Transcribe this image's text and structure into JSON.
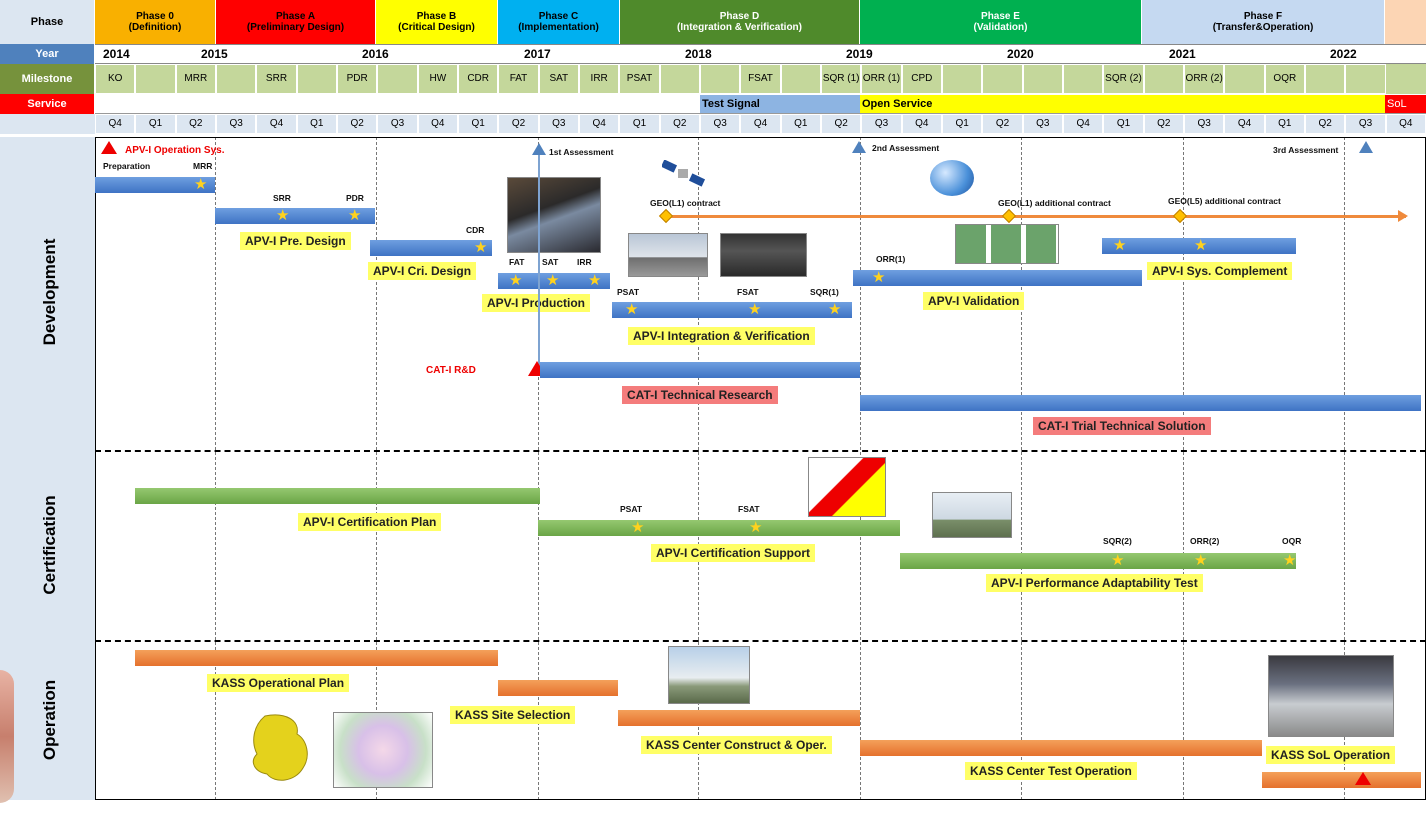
{
  "header": {
    "phase_row_label": "Phase",
    "phases": [
      {
        "name": "Phase 0",
        "sub": "(Definition)",
        "color": "#f9b000"
      },
      {
        "name": "Phase A",
        "sub": "(Preliminary Design)",
        "color": "#ff0000"
      },
      {
        "name": "Phase B",
        "sub": "(Critical Design)",
        "color": "#ffff00"
      },
      {
        "name": "Phase C",
        "sub": "(Implementation)",
        "color": "#00b0f0"
      },
      {
        "name": "Phase D",
        "sub": "(Integration & Verification)",
        "color": "#4f8a2b"
      },
      {
        "name": "Phase E",
        "sub": "(Validation)",
        "color": "#00b050"
      },
      {
        "name": "Phase F",
        "sub": "(Transfer&Operation)",
        "color": "#c5d9f1"
      }
    ],
    "year_row_label": "Year",
    "years": [
      "2014",
      "2015",
      "2016",
      "2017",
      "2018",
      "2019",
      "2020",
      "2021",
      "2022"
    ],
    "milestone_row_label": "Milestone",
    "milestones": [
      "KO",
      "",
      "MRR",
      "",
      "SRR",
      "",
      "PDR",
      "",
      "HW",
      "CDR",
      "FAT",
      "SAT",
      "IRR",
      "PSAT",
      "",
      "",
      "FSAT",
      "",
      "SQR (1)",
      "ORR (1)",
      "CPD",
      "",
      "",
      "",
      "",
      "SQR (2)",
      "",
      "ORR (2)",
      "",
      "OQR",
      "",
      ""
    ],
    "service_row_label": "Service",
    "service_test": "Test Signal",
    "service_open": "Open Service",
    "service_sol": "SoL",
    "quarters": [
      "Q4",
      "Q1",
      "Q2",
      "Q3",
      "Q4",
      "Q1",
      "Q2",
      "Q3",
      "Q4",
      "Q1",
      "Q2",
      "Q3",
      "Q4",
      "Q1",
      "Q2",
      "Q3",
      "Q4",
      "Q1",
      "Q2",
      "Q3",
      "Q4",
      "Q1",
      "Q2",
      "Q3",
      "Q4",
      "Q1",
      "Q2",
      "Q3",
      "Q4",
      "Q1",
      "Q2",
      "Q3",
      "Q4"
    ]
  },
  "sections": {
    "development": "Development",
    "certification": "Certification",
    "operation": "Operation"
  },
  "development": {
    "apv_op_sys": "APV-I Operation Sys.",
    "preparation": "Preparation",
    "mrr": "MRR",
    "srr": "SRR",
    "pdr": "PDR",
    "cdr": "CDR",
    "fat": "FAT",
    "sat": "SAT",
    "irr": "IRR",
    "psat": "PSAT",
    "fsat": "FSAT",
    "sqr1": "SQR(1)",
    "orr1": "ORR(1)",
    "assess1": "1st Assessment",
    "assess2": "2nd Assessment",
    "assess3": "3rd Assessment",
    "geo_l1": "GEO(L1) contract",
    "geo_l1_add": "GEO(L1) additional contract",
    "geo_l5_add": "GEO(L5) additional contract",
    "pre_design": "APV-I Pre. Design",
    "cri_design": "APV-I Cri. Design",
    "production": "APV-I Production",
    "int_ver": "APV-I Integration & Verification",
    "validation": "APV-I Validation",
    "sys_comp": "APV-I Sys. Complement",
    "cat_rd": "CAT-I R&D",
    "cat_research": "CAT-I Technical Research",
    "cat_trial": "CAT-I Trial Technical Solution"
  },
  "certification": {
    "plan": "APV-I Certification Plan",
    "support": "APV-I Certification Support",
    "perf_test": "APV-I Performance Adaptability Test",
    "psat": "PSAT",
    "fsat": "FSAT",
    "sqr2": "SQR(2)",
    "orr2": "ORR(2)",
    "oqr": "OQR"
  },
  "operation": {
    "op_plan": "KASS Operational Plan",
    "site_sel": "KASS Site Selection",
    "center_const": "KASS Center Construct & Oper.",
    "center_test": "KASS Center Test Operation",
    "sol_op": "KASS SoL Operation"
  },
  "colors": {
    "header_blue": "#4f81bd",
    "milestone_green": "#c4d79b",
    "service_red": "#ff0000",
    "service_yellow": "#ffff00",
    "service_blue": "#8db4e2"
  }
}
